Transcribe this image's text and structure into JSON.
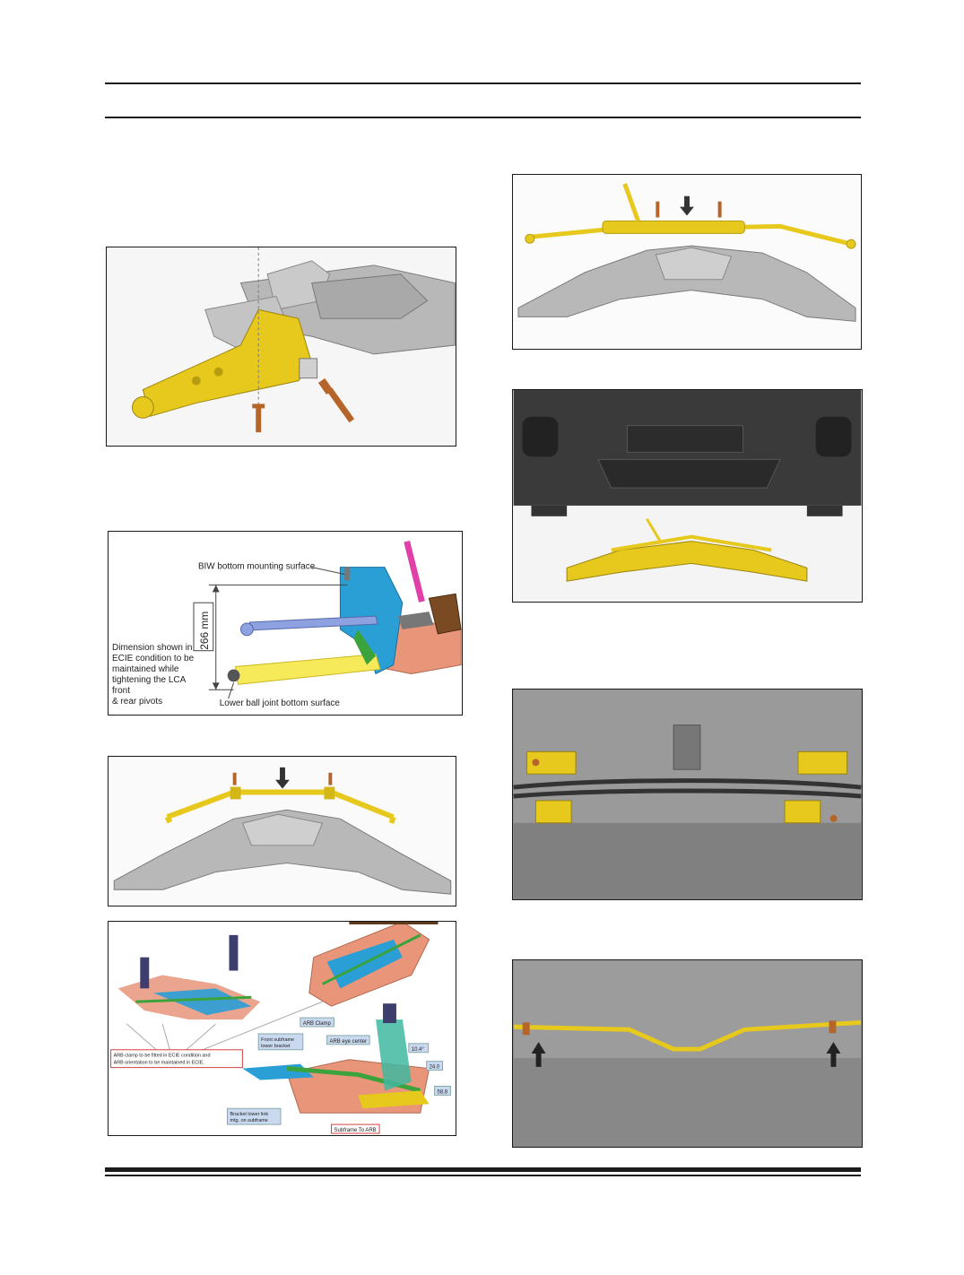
{
  "figures": {
    "lca": {},
    "dimension": {
      "biw_label": "BIW bottom mounting surface",
      "dimension_value": "266 mm",
      "note_lines": [
        "Dimension shown in",
        "ECIE condition to be",
        "maintained while",
        "tightening the LCA front",
        "& rear pivots"
      ],
      "ball_joint_label": "Lower ball joint bottom surface"
    },
    "arb_subframe": {},
    "arb_detail": {
      "clamp_note_lines": [
        "ARB clamp to be fitted in ECIE condition and",
        "ARB orientation to be maintained in ECIE."
      ],
      "labels": {
        "arb_clamp": "ARB Clamp",
        "arb_eye_center": "ARB eye center",
        "front_subframe_bracket_1": "Front subframe",
        "front_subframe_bracket_2": "lower bracket",
        "bracket_lower_link_1": "Bracket lower link",
        "bracket_lower_link_2": "mtg. on subframe",
        "subframe_to_arb": "Subframe To ARB"
      },
      "dims": [
        "10.4°",
        "24.0",
        "58.8"
      ]
    },
    "steering_rack": {},
    "vehicle_front": {},
    "underbody_brackets": {},
    "underbody_arb": {}
  },
  "colors": {
    "yellow_part": "#e6c91c",
    "grey_part": "#b8b8b8",
    "blue_part": "#2a9fd6",
    "pink_part": "#e8957a",
    "green_part": "#3ba33b"
  }
}
